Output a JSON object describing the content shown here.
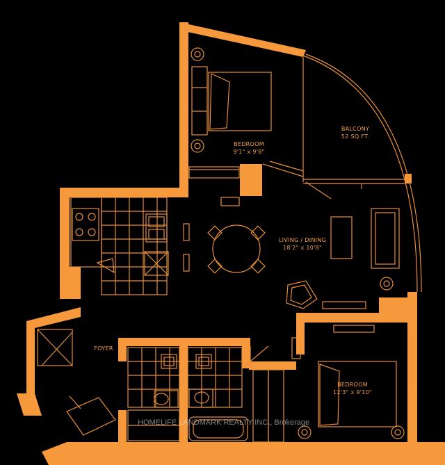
{
  "rooms": {
    "bedroom1": {
      "name": "BEDROOM",
      "dims": "9'1\" x 9'8\""
    },
    "balcony": {
      "name": "BALCONY",
      "dims": "52 SQ.FT."
    },
    "living": {
      "name": "LIVING / DINING",
      "dims": "18'2\" x 10'8\""
    },
    "foyer": {
      "name": "FOYER"
    },
    "bedroom2": {
      "name": "BEDROOM",
      "dims": "12'3\" x 9'10\""
    }
  },
  "watermark": "HOMELIFE LANDMARK REALTY INC., Brokerage",
  "colors": {
    "wall": "#f5993c",
    "line": "#e8903a",
    "background": "#000000"
  }
}
